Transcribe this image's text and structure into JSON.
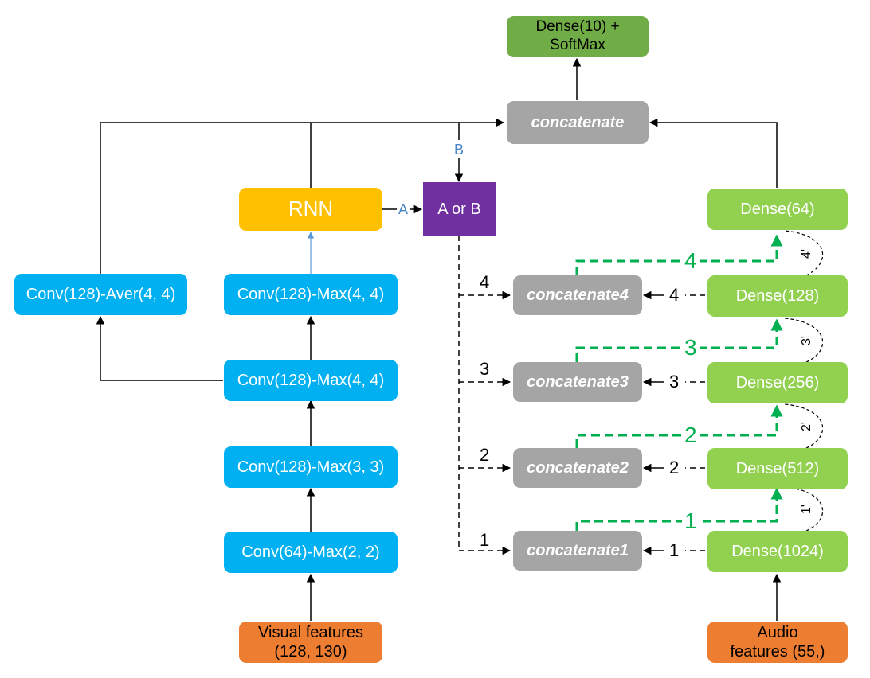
{
  "nodes": {
    "dense10": "Dense(10) + SoftMax",
    "concatenate": "concatenate",
    "rnn": "RNN",
    "a_or_b": "A or B",
    "conv_aver": "Conv(128)-Aver(4, 4)",
    "conv_max4_top": "Conv(128)-Max(4, 4)",
    "conv_max4_mid": "Conv(128)-Max(4, 4)",
    "conv_max3": "Conv(128)-Max(3, 3)",
    "conv64": "Conv(64)-Max(2, 2)",
    "visual_features": "Visual features (128, 130)",
    "audio_features": "Audio features (55,)",
    "dense64": "Dense(64)",
    "dense128": "Dense(128)",
    "dense256": "Dense(256)",
    "dense512": "Dense(512)",
    "dense1024": "Dense(1024)",
    "concat4": "concatenate4",
    "concat3": "concatenate3",
    "concat2": "concatenate2",
    "concat1": "concatenate1"
  },
  "edge_labels": {
    "a": "A",
    "b": "B",
    "left_4": "4",
    "left_3": "3",
    "left_2": "2",
    "left_1": "1",
    "right_4": "4",
    "right_3": "3",
    "right_2": "2",
    "right_1": "1",
    "green_4": "4",
    "green_3": "3",
    "green_2": "2",
    "green_1": "1",
    "prime_4": "4'",
    "prime_3": "3'",
    "prime_2": "2'",
    "prime_1": "1'"
  },
  "colors": {
    "conv": "#00b0f0",
    "dense": "#92d050",
    "output": "#70ad47",
    "concat": "#a5a5a5",
    "input": "#ed7d31",
    "rnn": "#ffc000",
    "selector": "#7030a0",
    "skip_arrow": "#00b050",
    "rnn_arrow": "#5b9bd5"
  }
}
